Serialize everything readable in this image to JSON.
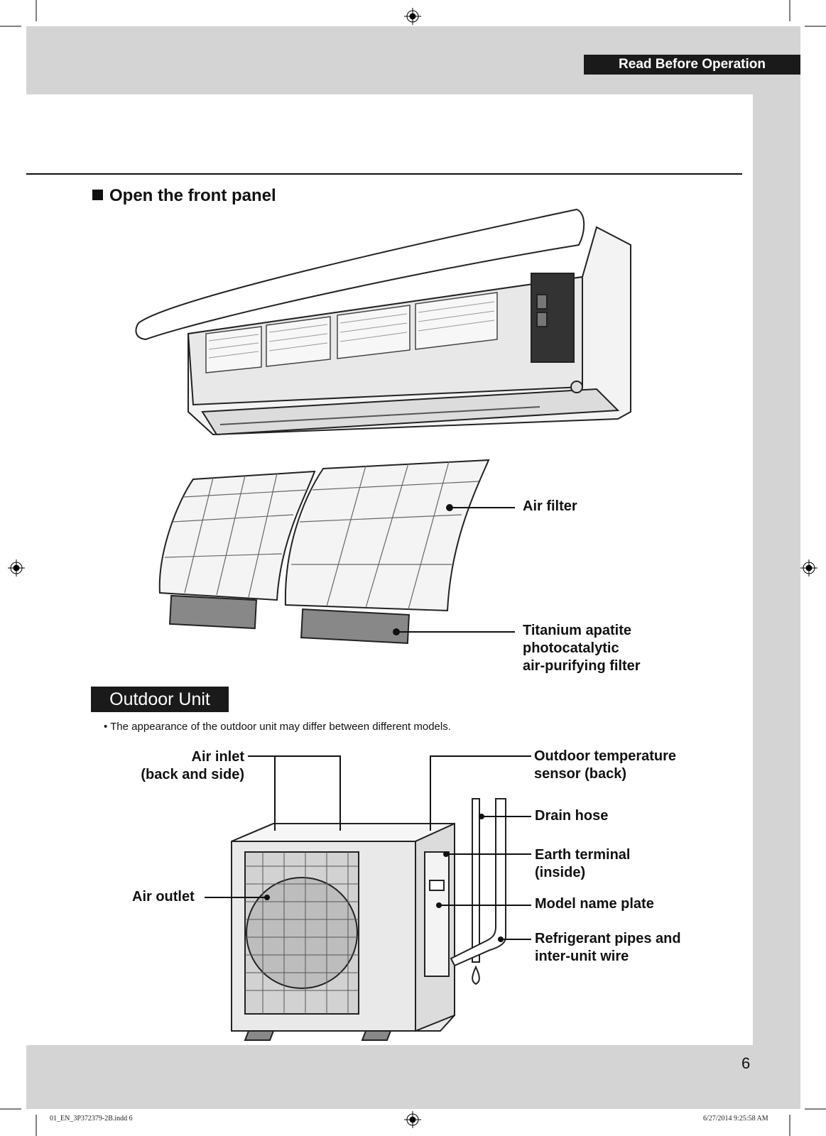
{
  "header": {
    "tab_label": "Read Before Operation"
  },
  "indoor_section": {
    "title": "Open the front panel",
    "labels": {
      "air_filter": "Air filter",
      "titanium_filter": [
        "Titanium apatite",
        "photocatalytic",
        "air-purifying filter"
      ]
    }
  },
  "outdoor_section": {
    "title": "Outdoor Unit",
    "note": "• The appearance of the outdoor unit may differ between different models.",
    "labels": {
      "air_inlet": [
        "Air inlet",
        "(back and side)"
      ],
      "air_outlet": "Air outlet",
      "outdoor_temp_sensor": [
        "Outdoor temperature",
        "sensor (back)"
      ],
      "drain_hose": "Drain hose",
      "earth_terminal": [
        "Earth terminal",
        "(inside)"
      ],
      "model_name_plate": "Model name plate",
      "refrigerant_pipes": [
        "Refrigerant pipes and",
        "inter-unit wire"
      ]
    }
  },
  "page_number": "6",
  "footer": {
    "file": "01_EN_3P372379-2B.indd   6",
    "timestamp": "6/27/2014   9:25:58 AM"
  }
}
